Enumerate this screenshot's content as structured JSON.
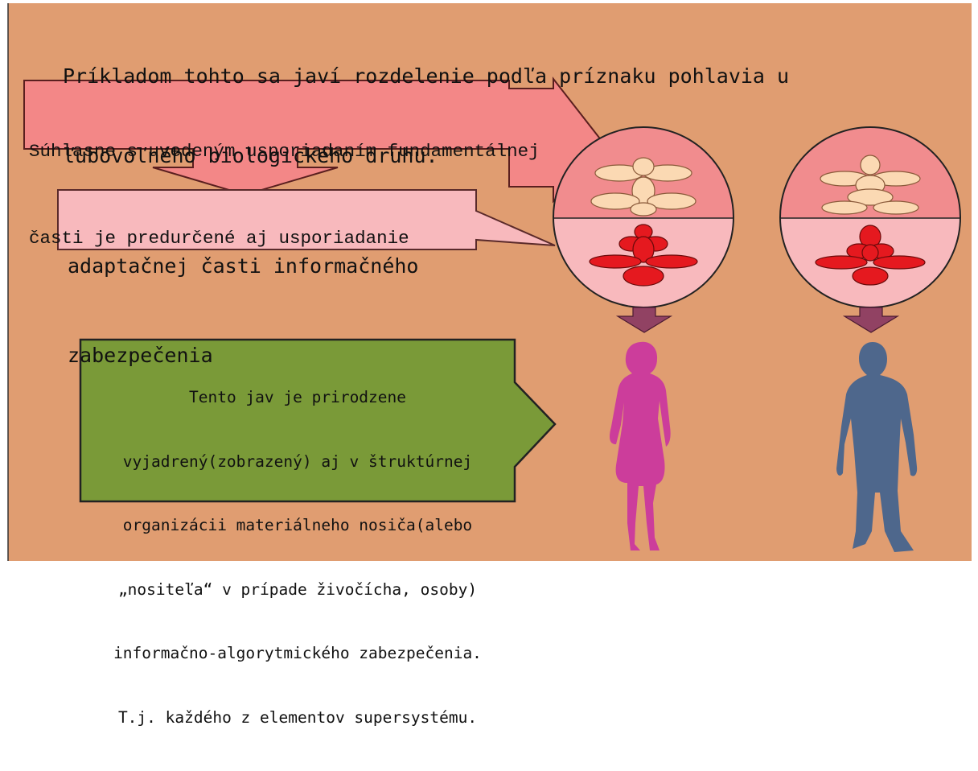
{
  "title": {
    "line1": "Príkladom tohto sa javí rozdelenie podľa príznaku pohlavia u",
    "line2": "ľubovoľného biologického druhu."
  },
  "top_callout": {
    "line1": "Súhlasne s uvedeným usporiadaním fundamentálnej",
    "line2": "časti je predurčené aj usporiadanie"
  },
  "mid_callout": {
    "line1": "adaptačnej časti informačného",
    "line2": "zabezpečenia"
  },
  "green_callout": {
    "line1": "Tento jav je prirodzene",
    "line2": "vyjadrený(zobrazený) aj v štruktúrnej",
    "line3": "organizácii materiálneho nosiča(alebo",
    "line4": "„nositeľa“ v prípade živočícha, osoby)",
    "line5": "informačno-algorytmického zabezpečenia.",
    "line6": "T.j. každého z elementov supersystému."
  },
  "colors": {
    "background": "#e09d71",
    "pink_callout": "#f38787",
    "light_pink_callout": "#f8b9bd",
    "green_callout": "#7a9a38",
    "circle_top": "#f18c8e",
    "circle_bottom": "#f8b9bd",
    "cream_shape": "#fbd9b3",
    "red_shape": "#e5191f",
    "down_arrow": "#914263",
    "female_figure": "#cc3d9b",
    "male_figure": "#4e678c"
  },
  "icons": {
    "female": "female-silhouette-icon",
    "male": "male-silhouette-icon"
  }
}
